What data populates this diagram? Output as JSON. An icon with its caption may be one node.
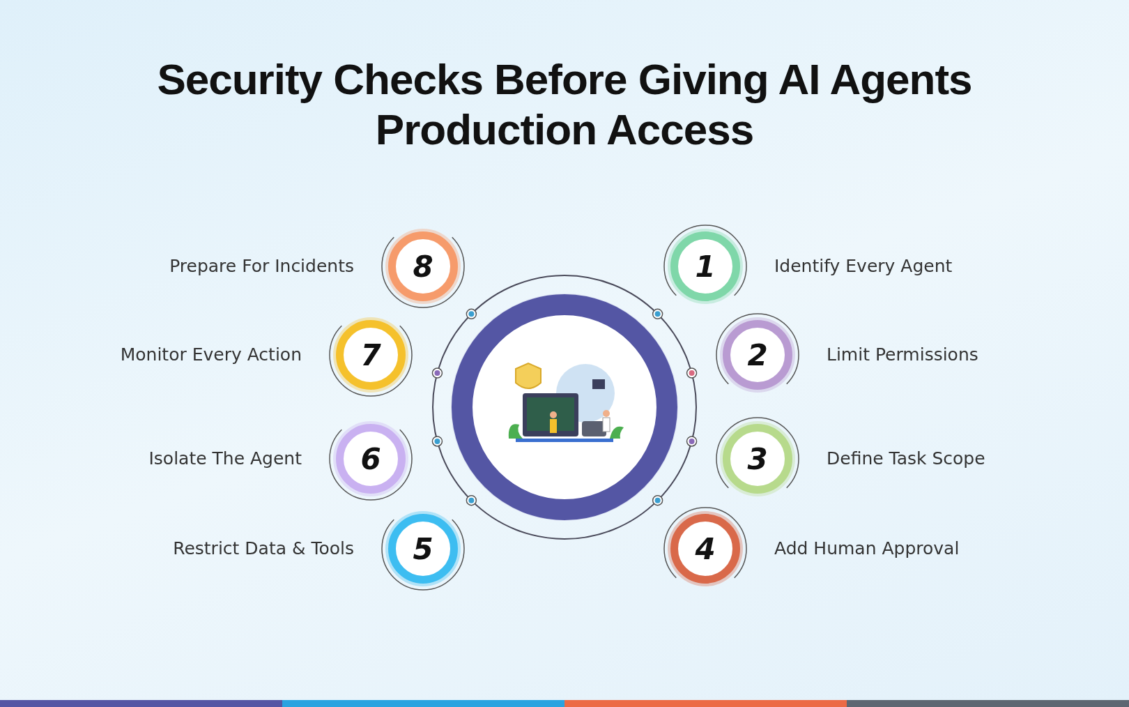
{
  "diagram": {
    "title": "Security Checks Before Giving AI Agents Production Access",
    "nodes": [
      {
        "text": [],
        "shape": "circle"
      },
      {
        "text": [
          "1"
        ],
        "beside": [
          "Identify Every Agent"
        ]
      },
      {
        "text": [
          "2"
        ],
        "beside": [
          "Limit Permissions"
        ]
      },
      {
        "text": [
          "3"
        ],
        "beside": [
          "Define Task Scope"
        ]
      },
      {
        "text": [
          "4"
        ],
        "beside": [
          "Add Human Approval"
        ]
      },
      {
        "text": [
          "5"
        ],
        "beside": [
          "Restrict Data & Tools"
        ]
      },
      {
        "text": [
          "6"
        ],
        "beside": [
          "Isolate The Agent"
        ]
      },
      {
        "text": [
          "7"
        ],
        "beside": [
          "Monitor Every Action"
        ]
      },
      {
        "text": [
          "8"
        ],
        "beside": [
          "Prepare For Incidents"
        ]
      }
    ],
    "edges": []
  }
}
